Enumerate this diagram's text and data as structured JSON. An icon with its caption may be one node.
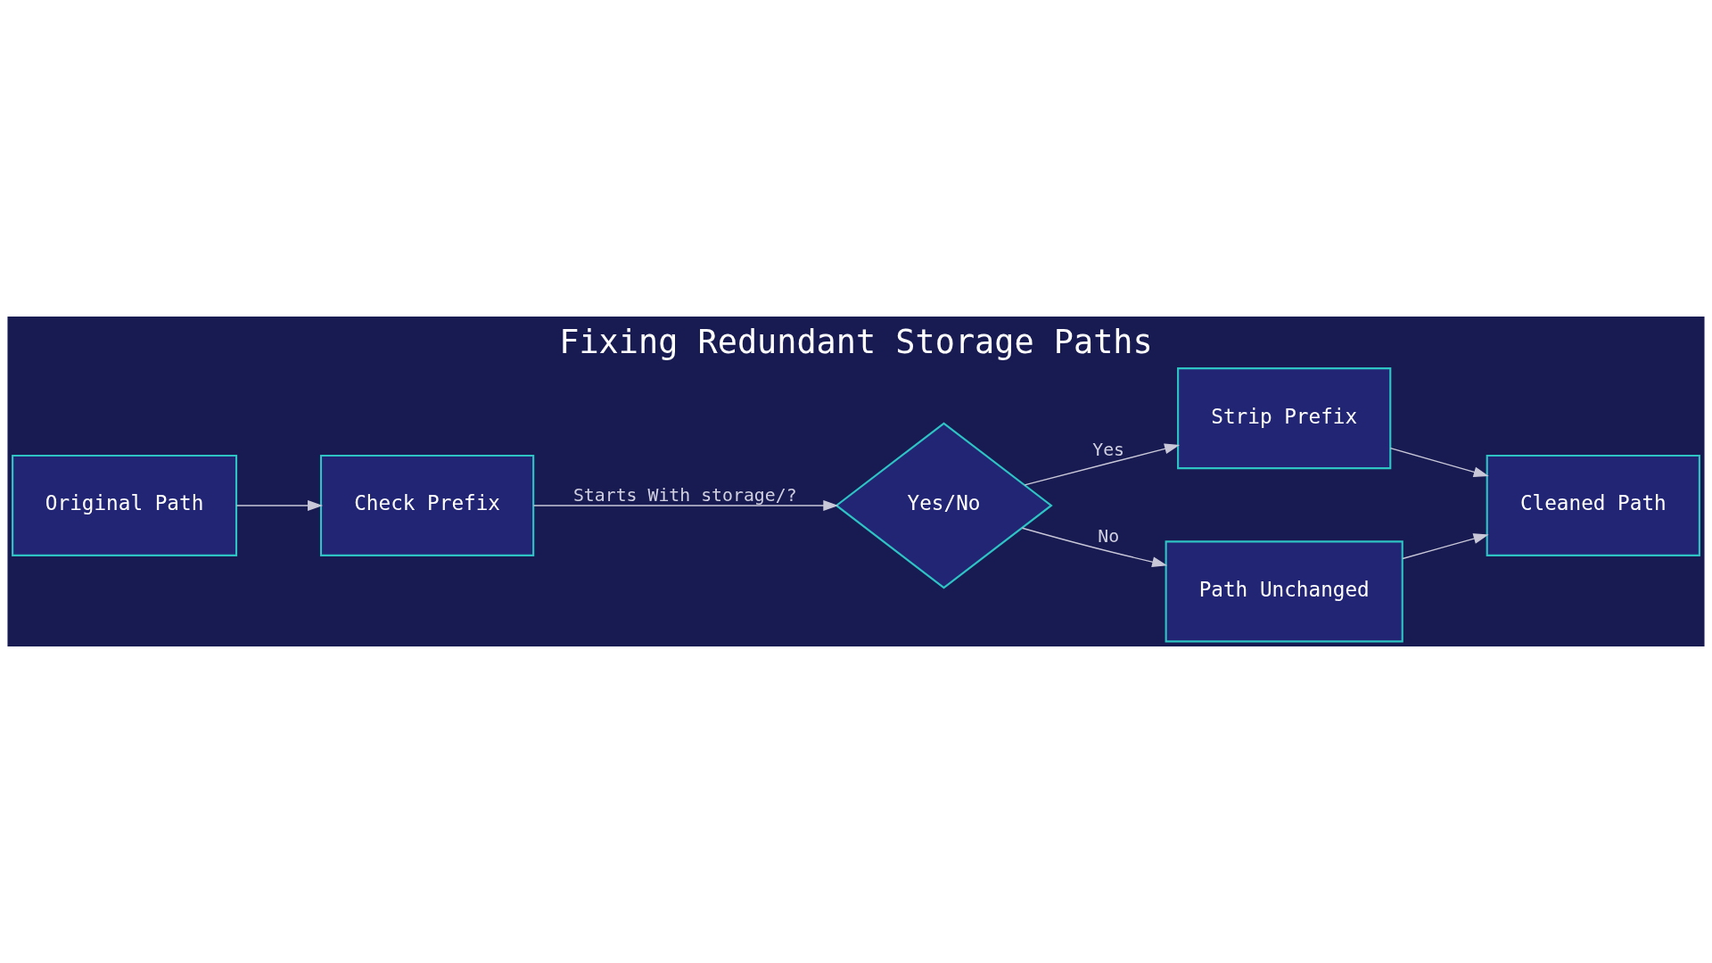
{
  "diagram": {
    "title": "Fixing Redundant Storage Paths",
    "nodes": [
      {
        "text": [
          "Original Path"
        ]
      },
      {
        "text": [
          "Check Prefix"
        ]
      },
      {
        "text": [
          "Yes/No"
        ]
      },
      {
        "text": [
          "Strip Prefix"
        ]
      },
      {
        "text": [
          "Path Unchanged"
        ]
      },
      {
        "text": [
          "Cleaned Path"
        ]
      }
    ],
    "edges": [
      {
        "from": 0,
        "to": 1,
        "arrow": "to"
      },
      {
        "from": 1,
        "to": 2,
        "arrow": "to",
        "label": "Starts With storage/?"
      },
      {
        "from": 2,
        "to": 3,
        "arrow": "to",
        "label": "Yes"
      },
      {
        "from": 2,
        "to": 4,
        "arrow": "to",
        "label": "No"
      },
      {
        "from": 3,
        "to": 5,
        "arrow": "to"
      },
      {
        "from": 4,
        "to": 5,
        "arrow": "to"
      }
    ]
  }
}
